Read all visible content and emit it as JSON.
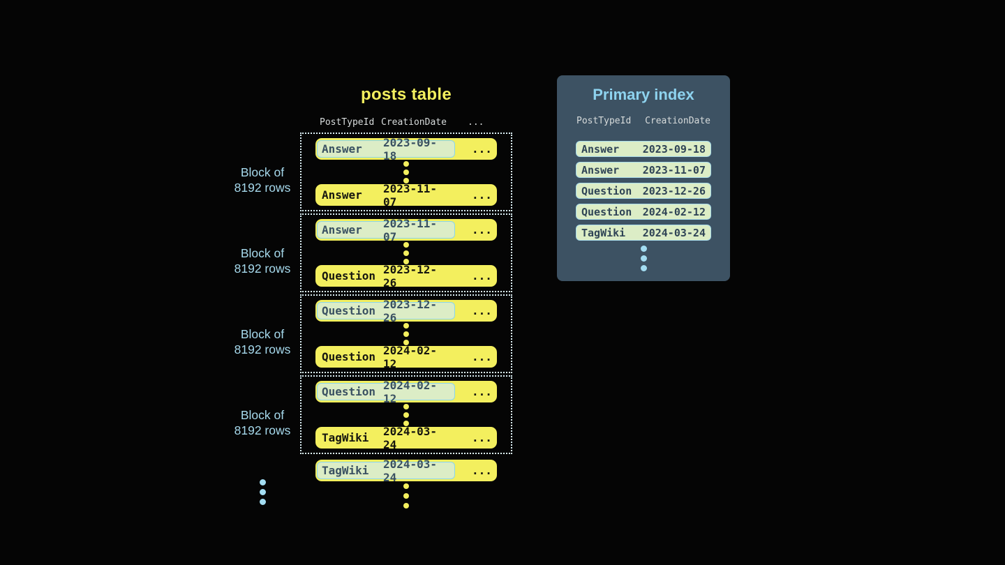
{
  "posts_table": {
    "title": "posts table",
    "headers": {
      "col1": "PostTypeId",
      "col2": "CreationDate",
      "more": "..."
    },
    "block_label": {
      "line1": "Block of",
      "line2": "8192 rows"
    },
    "ellipsis": "...",
    "blocks": [
      {
        "first": {
          "post_type": "Answer",
          "creation_date": "2023-09-18"
        },
        "last": {
          "post_type": "Answer",
          "creation_date": "2023-11-07"
        }
      },
      {
        "first": {
          "post_type": "Answer",
          "creation_date": "2023-11-07"
        },
        "last": {
          "post_type": "Question",
          "creation_date": "2023-12-26"
        }
      },
      {
        "first": {
          "post_type": "Question",
          "creation_date": "2023-12-26"
        },
        "last": {
          "post_type": "Question",
          "creation_date": "2024-02-12"
        }
      },
      {
        "first": {
          "post_type": "Question",
          "creation_date": "2024-02-12"
        },
        "last": {
          "post_type": "TagWiki",
          "creation_date": "2024-03-24"
        }
      }
    ],
    "overflow_row": {
      "post_type": "TagWiki",
      "creation_date": "2024-03-24"
    }
  },
  "primary_index": {
    "title": "Primary index",
    "headers": {
      "col1": "PostTypeId",
      "col2": "CreationDate"
    },
    "rows": [
      {
        "post_type": "Answer",
        "creation_date": "2023-09-18"
      },
      {
        "post_type": "Answer",
        "creation_date": "2023-11-07"
      },
      {
        "post_type": "Question",
        "creation_date": "2023-12-26"
      },
      {
        "post_type": "Question",
        "creation_date": "2024-02-12"
      },
      {
        "post_type": "TagWiki",
        "creation_date": "2024-03-24"
      }
    ]
  },
  "colors": {
    "background": "#050505",
    "row_yellow": "#f3ef5e",
    "highlight_green": "#dcedc6",
    "highlight_border": "#8bd6ea",
    "index_row_border": "#a9dcec",
    "dotted_border": "#ddf1f7",
    "panel_background": "#3d5263",
    "panel_title": "#8ed3ef",
    "block_label": "#a6d9ec",
    "header_text": "#d7dbdb",
    "dark_text": "#3a5162",
    "blue_dot": "#a3ddf2"
  }
}
